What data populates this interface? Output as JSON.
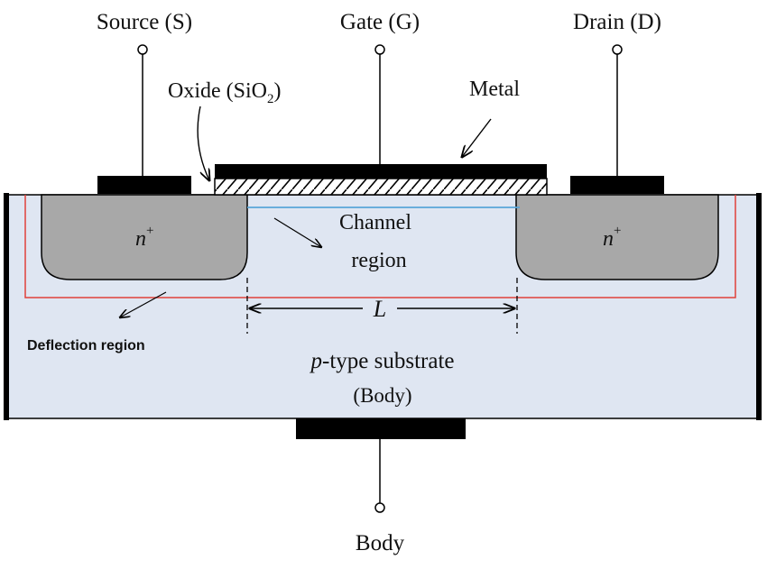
{
  "terminals": {
    "source": "Source (S)",
    "gate": "Gate (G)",
    "drain": "Drain (D)",
    "body": "Body"
  },
  "labels": {
    "oxide_main": "Oxide (SiO",
    "oxide_sub": "2",
    "oxide_close": ")",
    "metal": "Metal",
    "n_plus_left": "n",
    "n_plus_right": "n",
    "n_plus_sup": "+",
    "channel_line1": "Channel",
    "channel_line2": "region",
    "length": "L",
    "deflection": "Deflection region",
    "substrate_italic": "p",
    "substrate_rest": "-type substrate",
    "substrate_body": "(Body)"
  },
  "colors": {
    "substrate_fill": "#dfe6f2",
    "diffusion_fill": "#a8a8a8",
    "metal_fill": "#000000",
    "depletion_line": "#e0413a",
    "channel_line": "#5aa6d8"
  }
}
